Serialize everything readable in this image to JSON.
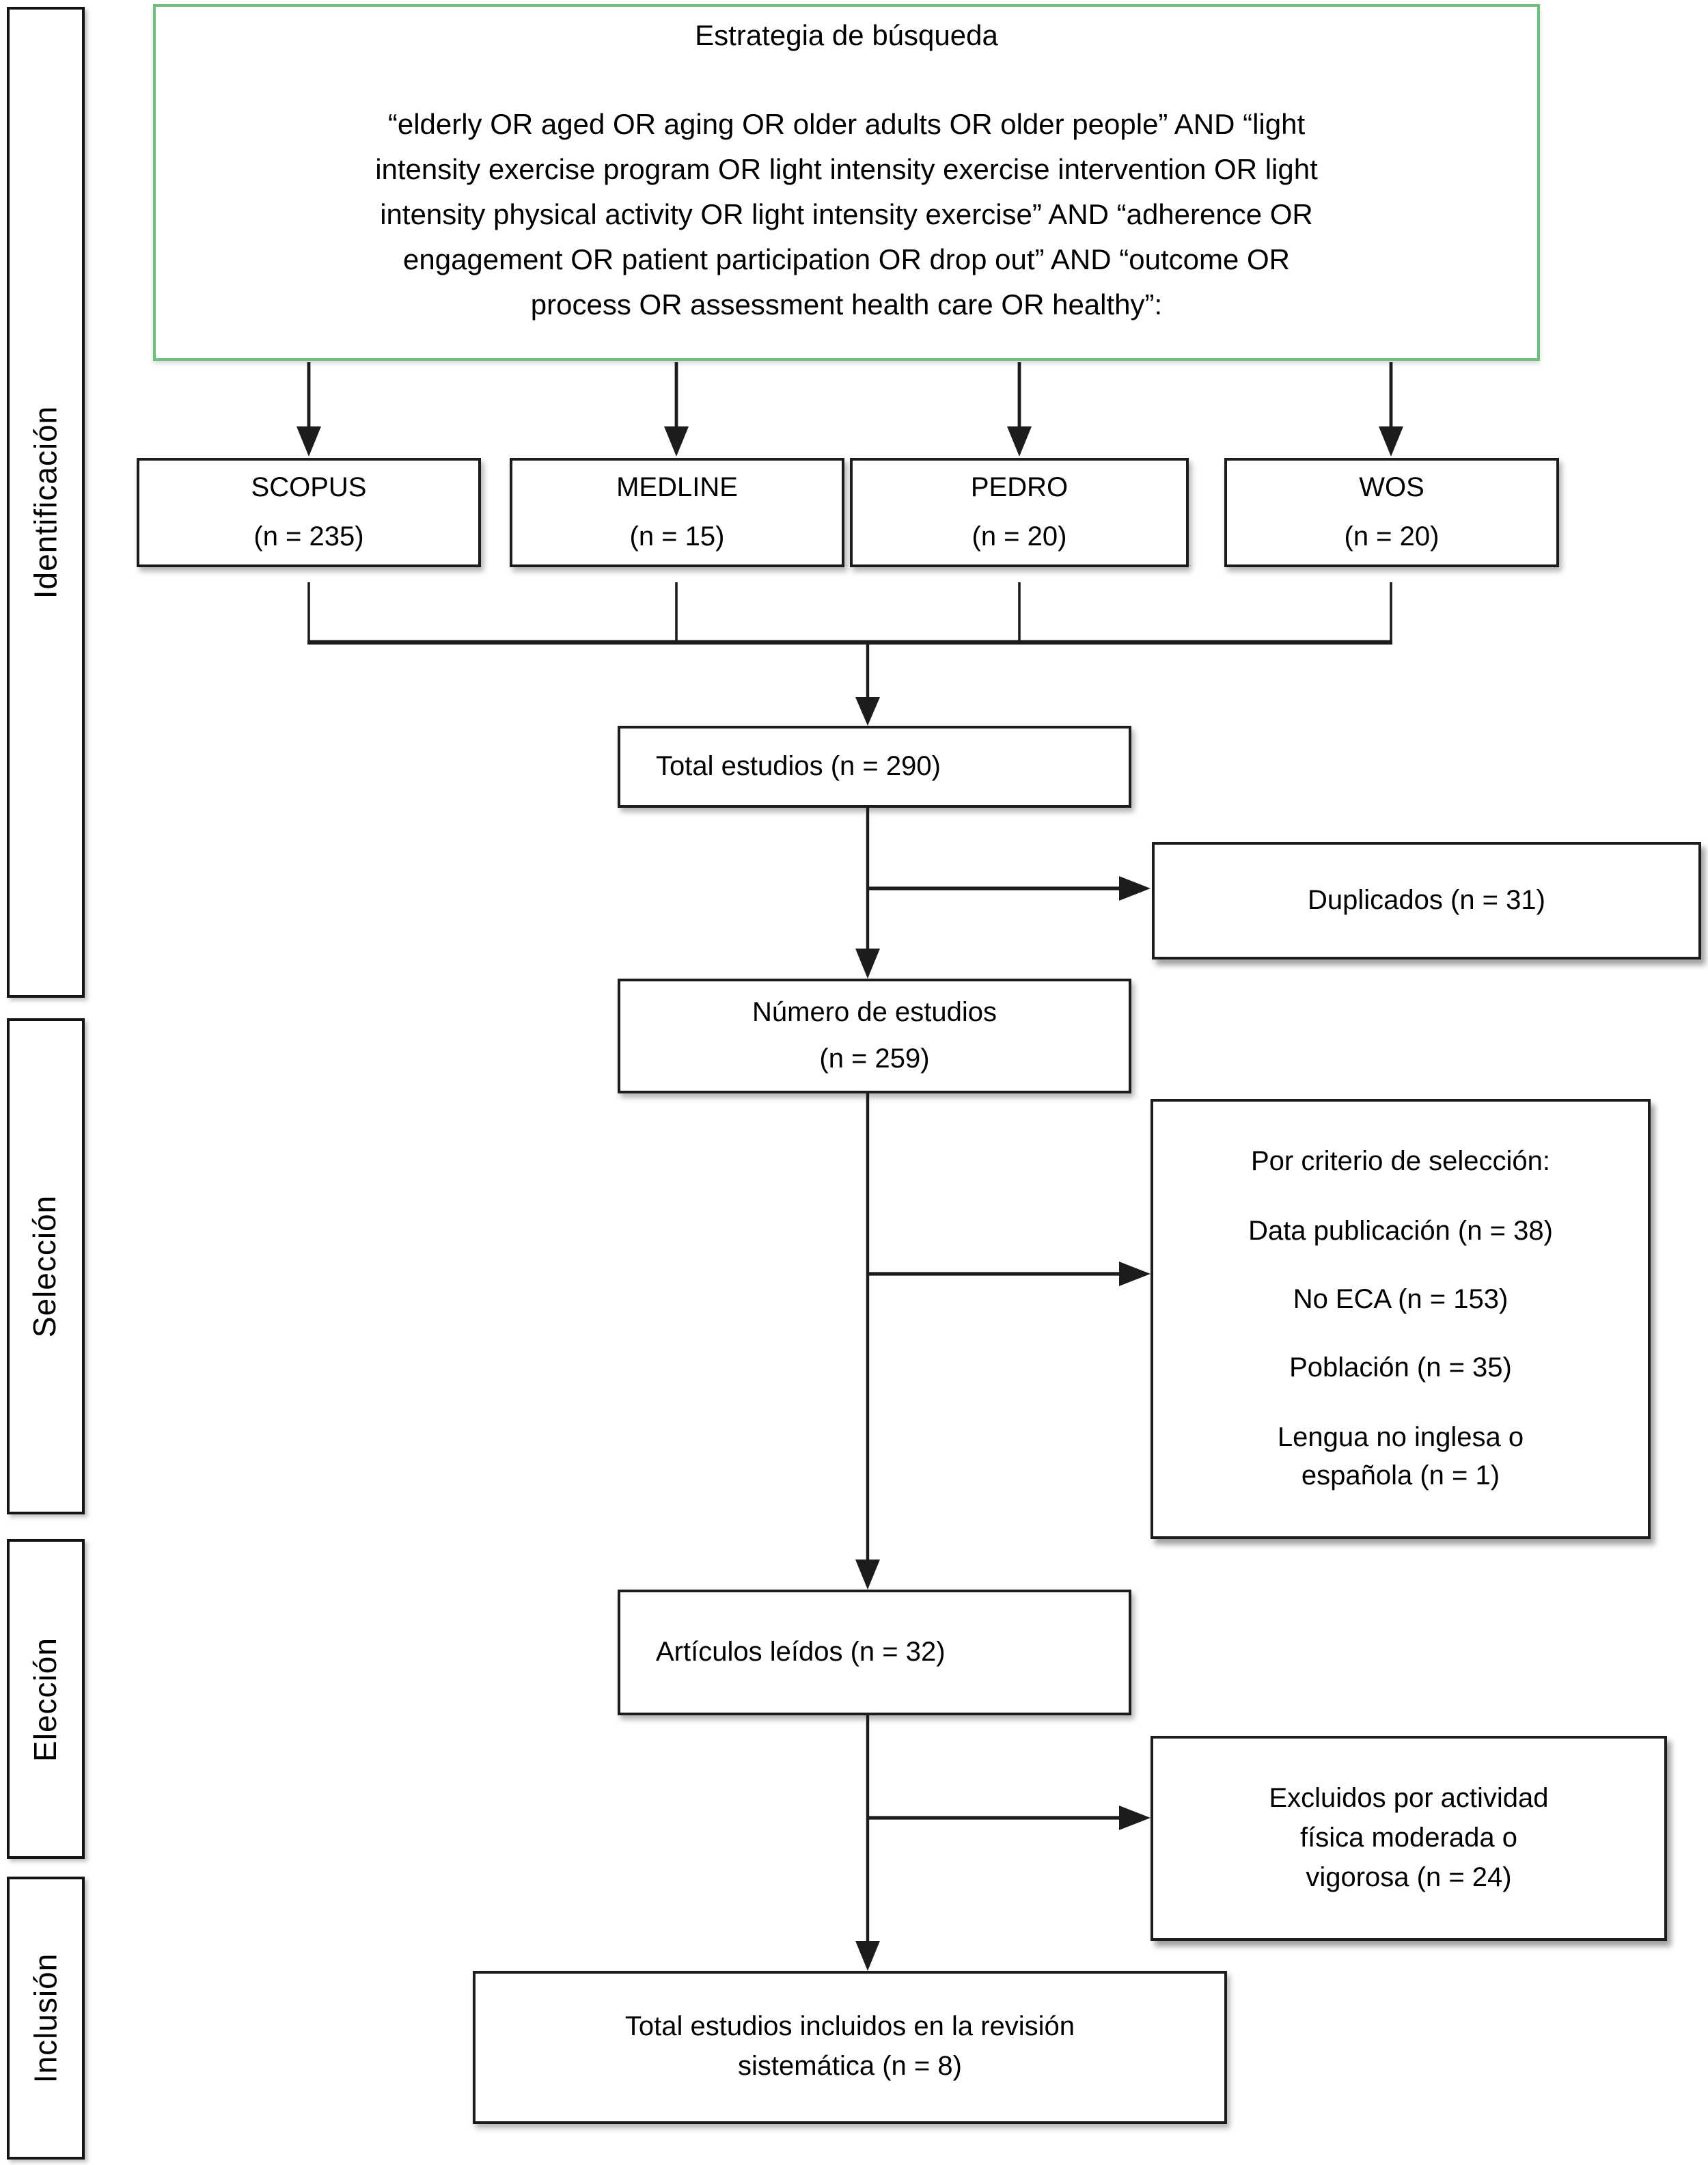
{
  "sidebar": {
    "stages": [
      {
        "label": "Identificación"
      },
      {
        "label": "Selección"
      },
      {
        "label": "Elección"
      },
      {
        "label": "Inclusión"
      }
    ]
  },
  "strategy": {
    "title": "Estrategia de búsqueda",
    "query_lines": [
      "“elderly OR aged OR aging OR older adults OR older people” AND “light",
      "intensity exercise program OR light intensity exercise intervention OR light",
      "intensity physical activity OR light intensity exercise” AND “adherence OR",
      "engagement OR patient participation OR drop out” AND “outcome OR",
      "process OR assessment health care OR healthy”:"
    ]
  },
  "databases": [
    {
      "name": "SCOPUS",
      "count": "(n = 235)"
    },
    {
      "name": "MEDLINE",
      "count": "(n = 15)"
    },
    {
      "name": "PEDRO",
      "count": "(n = 20)"
    },
    {
      "name": "WOS",
      "count": "(n = 20)"
    }
  ],
  "flow": {
    "total_label": "Total estudios (n = 290)",
    "duplicates_label": "Duplicados (n = 31)",
    "number_line1": "Número de estudios",
    "number_line2": "(n = 259)",
    "criteria": {
      "title": "Por criterio de selección:",
      "items": [
        "Data publicación (n = 38)",
        "No ECA (n = 153)",
        "Población (n = 35)",
        "Lengua no inglesa o española (n = 1)"
      ]
    },
    "read_label": "Artículos leídos (n = 32)",
    "excluded_label": "Excluidos por actividad física moderada o vigorosa (n = 24)",
    "included_label": "Total estudios incluidos en la revisión sistemática (n = 8)"
  },
  "colors": {
    "strategy_border": "#6cbf7c",
    "box_border": "#1c1c1c",
    "line": "#1c1c1c"
  }
}
